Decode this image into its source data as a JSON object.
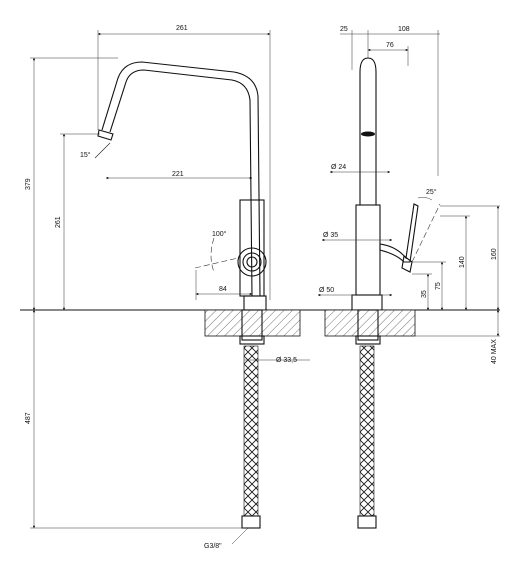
{
  "drawing": {
    "front": {
      "width_top": "261",
      "total_height": "379",
      "spout_height": "261",
      "spout_reach": "221",
      "spout_angle": "15°",
      "handle_angle": "100°",
      "base_offset": "84",
      "hose_length": "487",
      "hose_diameter": "Ø 33,5",
      "thread": "G3/8\""
    },
    "side": {
      "top_offset": "25",
      "top_width": "108",
      "top_inner": "76",
      "spout_diameter": "Ø 24",
      "body_diameter": "Ø 35",
      "base_diameter": "Ø 50",
      "lever_angle": "25°",
      "height_160": "160",
      "height_140": "140",
      "height_75": "75",
      "height_35": "35",
      "max_counter": "40 MAX"
    }
  }
}
